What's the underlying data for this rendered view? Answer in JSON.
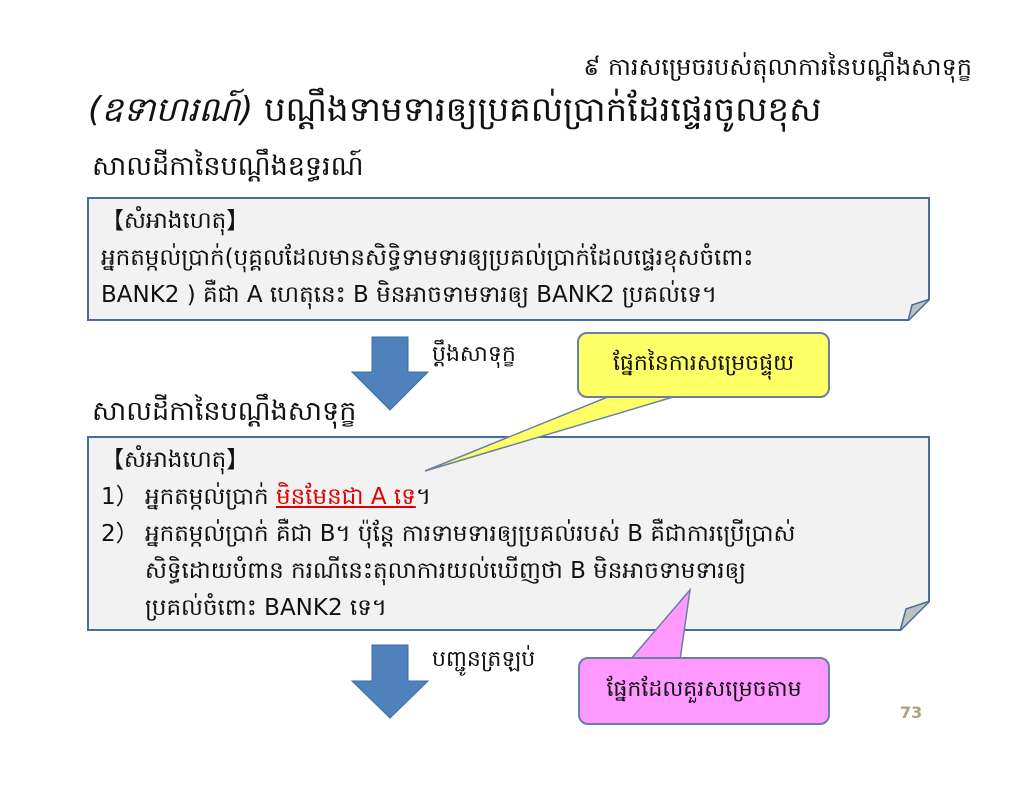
{
  "section_title": "៩  ការសម្រេចរបស់តុលាការនៃបណ្ដឹងសាទុក្ខ",
  "heading": {
    "example_label": "(ឧទាហរណ៍)",
    "title": "បណ្ដឹងទាមទារឲ្យប្រគល់ប្រាក់ដែរផ្ទេរចូលខុស"
  },
  "appeal_judgment_label": "សាលដីកានៃបណ្ដឹងឧទ្ធរណ៍",
  "box1": {
    "header": "【សំអាងហេតុ】",
    "lines": [
      "អ្នកតម្កល់ប្រាក់(បុគ្គលដែលមានសិទ្ធិទាមទារឲ្យប្រគល់ប្រាក់ដែលផ្ទេរខុសចំពោះ",
      "BANK2 ) គឺជា A ហេតុនេះ B មិនអាចទាមទារឲ្យ BANK2 ប្រគល់ទេ។"
    ]
  },
  "arrow1_label": "ប្ដឹងសាទុក្ខ",
  "callout_yellow": "ផ្នែកនៃការសម្រេចផ្ទុយ",
  "cassation_judgment_label": "សាលដីកានៃបណ្ដឹងសាទុក្ខ",
  "box2": {
    "header": "【សំអាងហេតុ】",
    "item1": {
      "num": "1）",
      "text": "អ្នកតម្កល់ប្រាក់ ",
      "highlight": "មិនមែនជា A ទេ",
      "end": "។"
    },
    "item2": {
      "num": "2）",
      "lines": [
        "អ្នកតម្កល់ប្រាក់ គឺជា B។ ប៉ុន្តែ ការទាមទារឲ្យប្រគល់របស់ B គឺជាការប្រើប្រាស់",
        "សិទ្ធិដោយបំពាន ករណីនេះតុលាការយល់ឃើញថា B មិនអាចទាមទារឲ្យ",
        "ប្រគល់ចំពោះ BANK2 ទេ។"
      ]
    }
  },
  "arrow2_label": "បញ្ជូនត្រឡប់",
  "callout_pink": "ផ្នែកដែលគួរសម្រេចតាម",
  "page_number": "73",
  "colors": {
    "arrow": "#4f81bd",
    "box_border": "#4a6c9b",
    "highlight": "#e00000",
    "callout_yellow": "#ffff66",
    "callout_pink": "#ff99ff"
  }
}
